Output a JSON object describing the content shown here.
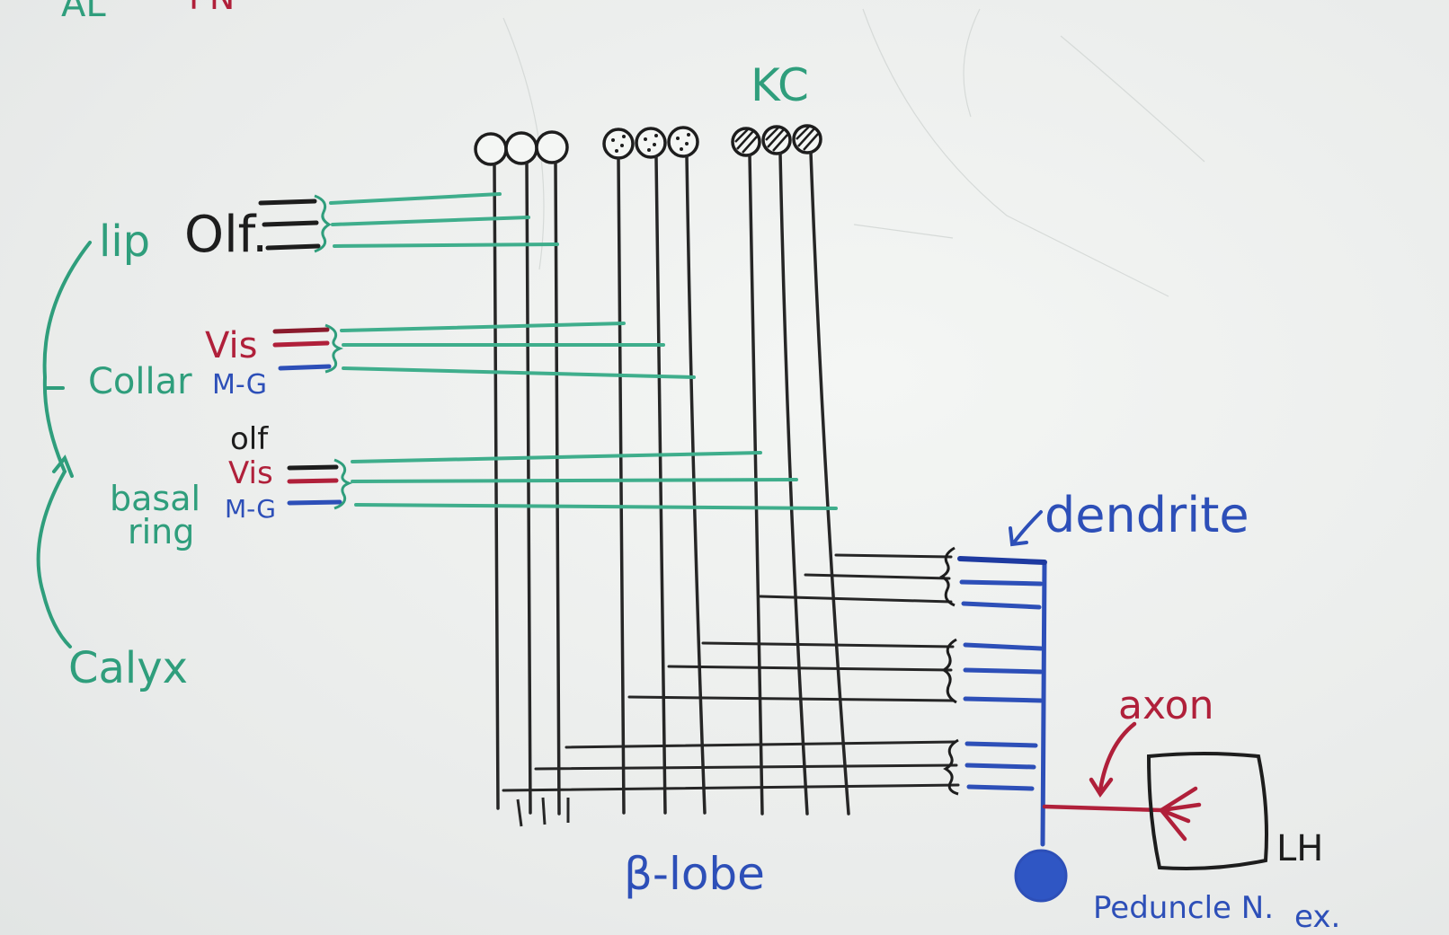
{
  "top_fragment": {
    "left": "AL",
    "mid": "PN"
  },
  "kc_label": "KC",
  "calyx": {
    "lip": "lip",
    "collar": "Collar",
    "basal_line1": "basal",
    "basal_line2": "ring",
    "calyx": "Calyx"
  },
  "inputs": {
    "lip_olf": "Olf.",
    "collar_vis": "Vis",
    "collar_mg": "M-G",
    "basal_olf": "olf",
    "basal_vis": "Vis",
    "basal_mg": "M-G"
  },
  "output_labels": {
    "dendrite": "dendrite",
    "axon": "axon",
    "lh": "LH",
    "b_lobe": "β-lobe",
    "peduncle": "Peduncle N.",
    "ex": "ex."
  },
  "colors": {
    "green": "#2f9e7c",
    "black": "#1d1d1d",
    "red": "#b0203a",
    "blue": "#2d4fb8"
  }
}
